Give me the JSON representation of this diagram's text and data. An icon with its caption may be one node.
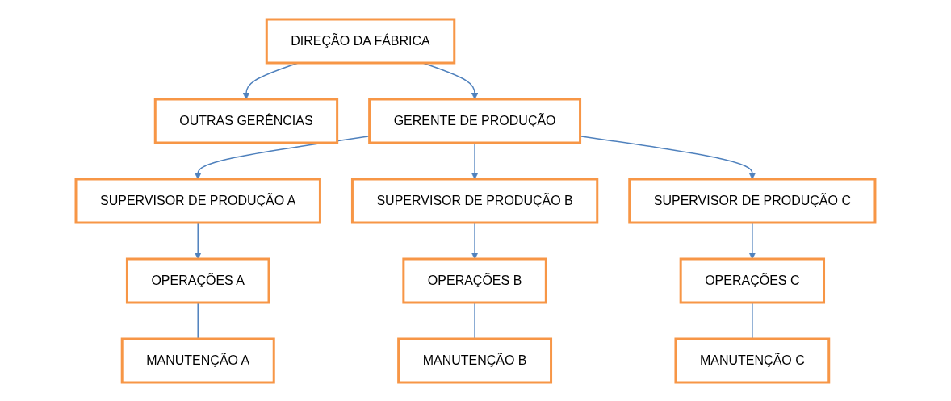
{
  "diagram": {
    "nodes": [
      {
        "text": [
          "DIREÇÃO DA FÁBRICA"
        ]
      },
      {
        "text": [
          "OUTRAS GERÊNCIAS"
        ]
      },
      {
        "text": [
          "GERENTE DE PRODUÇÃO"
        ]
      },
      {
        "text": [
          "SUPERVISOR DE PRODUÇÃO A"
        ]
      },
      {
        "text": [
          "SUPERVISOR DE PRODUÇÃO B"
        ]
      },
      {
        "text": [
          "SUPERVISOR DE PRODUÇÃO C"
        ]
      },
      {
        "text": [
          "OPERAÇÕES A"
        ]
      },
      {
        "text": [
          "MANUTENÇÃO A"
        ]
      },
      {
        "text": [
          "OPERAÇÕES B"
        ]
      },
      {
        "text": [
          "MANUTENÇÃO B"
        ]
      },
      {
        "text": [
          "OPERAÇÕES C"
        ]
      },
      {
        "text": [
          "MANUTENÇÃO C"
        ]
      }
    ],
    "edges": [
      {
        "from": 0,
        "to": 1,
        "arrow": "to"
      },
      {
        "from": 0,
        "to": 2,
        "arrow": "to"
      },
      {
        "from": 2,
        "to": 3,
        "arrow": "to"
      },
      {
        "from": 2,
        "to": 4,
        "arrow": "to"
      },
      {
        "from": 2,
        "to": 5,
        "arrow": "to"
      },
      {
        "from": 3,
        "to": 6,
        "arrow": "to"
      },
      {
        "from": 4,
        "to": 8,
        "arrow": "to"
      },
      {
        "from": 5,
        "to": 10,
        "arrow": "to"
      },
      {
        "from": 6,
        "to": 7,
        "arrow": "none"
      },
      {
        "from": 8,
        "to": 9,
        "arrow": "none"
      },
      {
        "from": 10,
        "to": 11,
        "arrow": "none"
      }
    ]
  }
}
